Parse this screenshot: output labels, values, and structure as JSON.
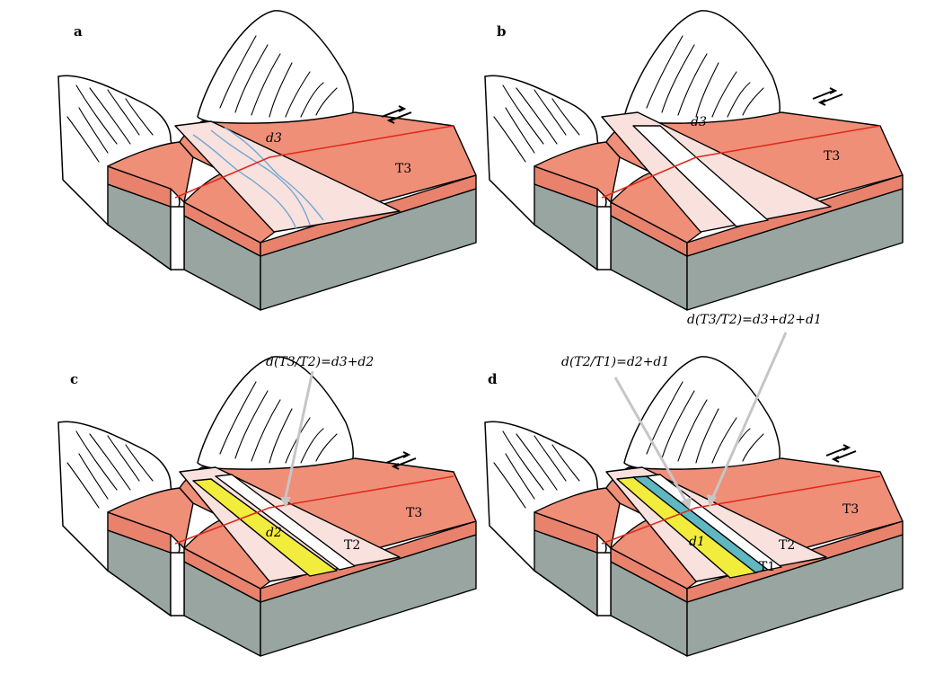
{
  "panels": [
    {
      "id": "a",
      "letter": "a",
      "offset_label": "d3",
      "surface_label": "T3",
      "other_label": ""
    },
    {
      "id": "b",
      "letter": "b",
      "offset_label": "d3",
      "surface_label": "T3",
      "other_label": ""
    },
    {
      "id": "c",
      "letter": "c",
      "offset_label": "d2",
      "surface_label": "T3",
      "other_label": "T2"
    },
    {
      "id": "d",
      "letter": "d",
      "offset_label": "d1",
      "surface_label": "T3",
      "other_label": "T2",
      "third_label": "T1"
    }
  ],
  "annotations": {
    "c_eq": "d(T3/T2)=d3+d2",
    "d_eq1": "d(T2/T1)=d2+d1",
    "d_eq2": "d(T3/T2)=d3+d2+d1"
  },
  "legend": {
    "fault_motion_icon": "right-lateral-arrows"
  },
  "colors": {
    "terrace_top": "#ef8f78",
    "rock": "#98a5a1",
    "floodplain": "#f9e1dd",
    "stream": "#6fa6d6",
    "fault": "#e12a1c",
    "terrace_young": "#f2ec3c"
  }
}
